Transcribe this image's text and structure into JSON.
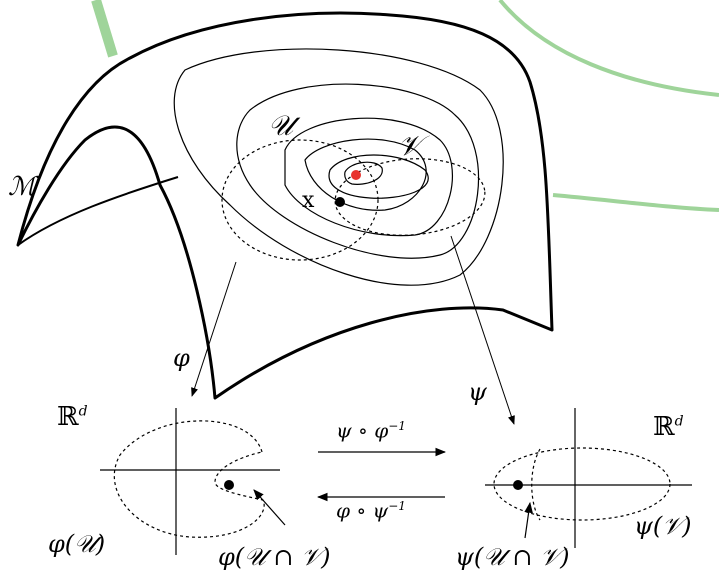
{
  "labels": {
    "manifold": "ℳ",
    "set_u": "𝒰",
    "set_v": "𝒱",
    "point_x": "x",
    "map_phi": "φ",
    "map_psi": "ψ",
    "rd_left": "ℝ",
    "rd_left_sup": "d",
    "rd_right": "ℝ",
    "rd_right_sup": "d",
    "transition_top": "ψ ∘ φ",
    "transition_top_sup": "−1",
    "transition_bottom": "φ ∘ ψ",
    "transition_bottom_sup": "−1",
    "phi_u": "φ(𝒰)",
    "phi_u_cap_v": "φ(𝒰 ∩ 𝒱)",
    "psi_v": "ψ(𝒱)",
    "psi_u_cap_v": "ψ(𝒰 ∩ 𝒱)"
  },
  "colors": {
    "ink": "#000000",
    "red_point": "#e8332e",
    "green_decoration": "#9fd49a"
  }
}
